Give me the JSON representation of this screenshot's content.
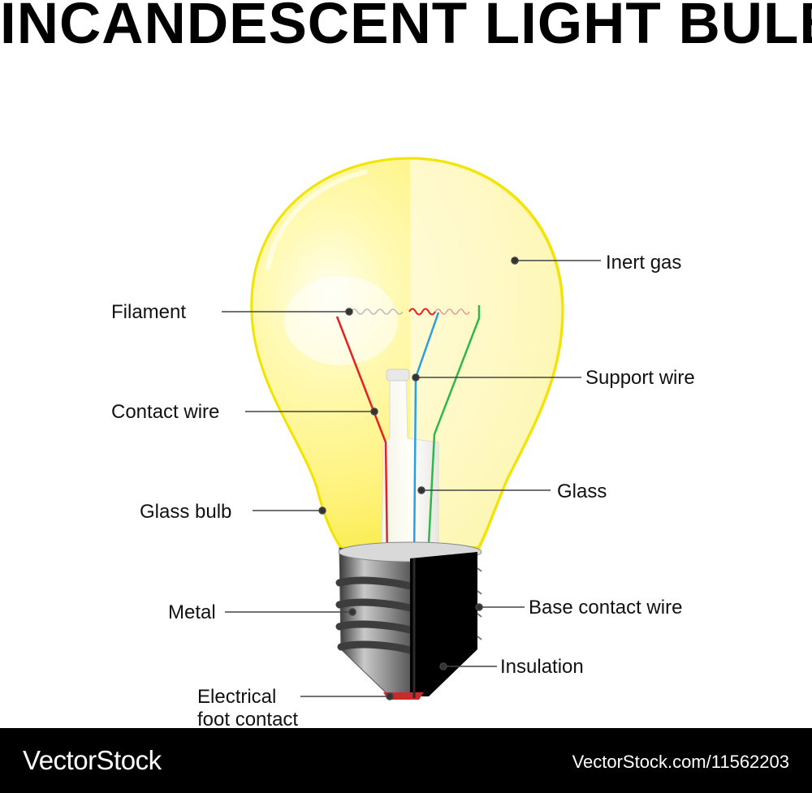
{
  "title": "INCANDESCENT LIGHT BULB",
  "labels": {
    "inert_gas": "Inert gas",
    "filament": "Filament",
    "support_wire": "Support wire",
    "contact_wire": "Contact wire",
    "glass": "Glass",
    "glass_bulb": "Glass bulb",
    "metal": "Metal",
    "base_contact_wire": "Base contact wire",
    "insulation": "Insulation",
    "electrical_foot_contact_line1": "Electrical",
    "electrical_foot_contact_line2": "foot contact"
  },
  "footer": {
    "brand": "VectorStock",
    "url": "VectorStock.com/11562203"
  },
  "colors": {
    "bulb_glow": "#fff27a",
    "bulb_outline": "#f2e400",
    "contact_wire": "#e82020",
    "support_wire": "#2a9fe0",
    "base_contact_wire": "#2db84a",
    "insulation": "#000000",
    "metal": "#8a8a8a"
  }
}
